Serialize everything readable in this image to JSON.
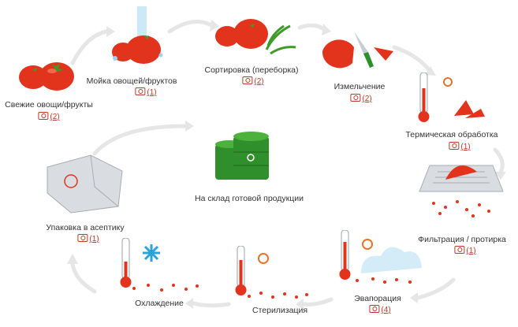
{
  "steps": [
    {
      "label": "Свежие овощи/фрукты",
      "photos": "(2)"
    },
    {
      "label": "Мойка овощей/фруктов",
      "photos": "(1)"
    },
    {
      "label": "Сортировка (переборка)",
      "photos": "(2)"
    },
    {
      "label": "Измельчение",
      "photos": "(2)"
    },
    {
      "label": "Термическая обработка",
      "photos": "(1)"
    },
    {
      "label": "Фильтрация / протирка",
      "photos": "(1)"
    },
    {
      "label": "Эвапорация",
      "photos": "(4)"
    },
    {
      "label": "Стерилизация"
    },
    {
      "label": "Охлаждение"
    },
    {
      "label": "Упаковка в асептику",
      "photos": "(1)"
    }
  ],
  "center": {
    "label": "На склад готовой продукции"
  },
  "colors": {
    "tomato": "#e2341d",
    "tomato_dark": "#a8190b",
    "leaf": "#3f9a2a",
    "barrel": "#2f8f2a",
    "arrow": "#e6e6e6",
    "text": "#333333",
    "photo_link": "#c0392b",
    "snow": "#29a3d9",
    "sun": "#e8732a"
  },
  "icons": [
    "tomato-icon",
    "water-icon",
    "knife-icon",
    "thermometer-icon",
    "sun-icon",
    "sieve-icon",
    "steam-icon",
    "snowflake-icon",
    "package-icon",
    "barrel-icon",
    "camera-icon"
  ]
}
